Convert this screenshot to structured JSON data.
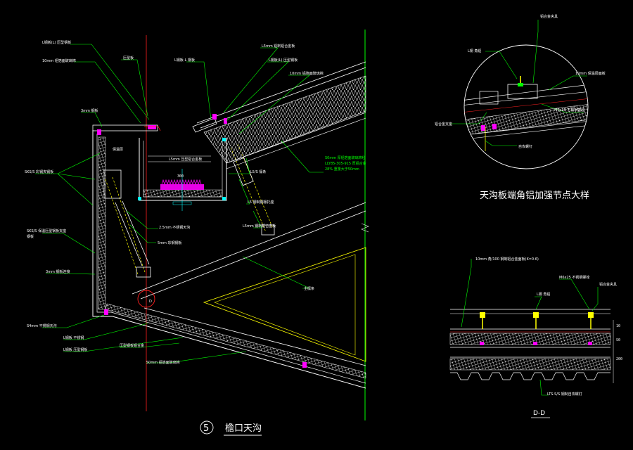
{
  "main_detail": {
    "title": "檐口天沟",
    "number": "5",
    "labels": [
      "L钢板(L) 压型钢板",
      "10mm 铝箔面玻璃棉",
      "压型板",
      "L钢板-L 钢板",
      "L5mm 铝制铝合金板",
      "L钢板(L) 压型钢板",
      "10mm 铝箔面玻璃棉",
      "3mm 钢板",
      "SKS/S 彩钢夹钢板",
      "SKS/S 保温压型钢板支座",
      "钢板",
      "3mm 钢板连接",
      "S4mm 不锈钢天沟",
      "L钢板 不锈钢",
      "L钢板 压型钢板",
      "压型钢板铝合金",
      "2.5mm 不锈钢天沟",
      "5mm 彩钢钢板",
      "主檩条",
      "L5/S 檩条",
      "L5 钢制钢檩托座",
      "L5mm 钢制铝合金板",
      "S0mm 铝箔面玻璃棉",
      "L5mm 压型铝合金板",
      "保温层",
      "D"
    ],
    "green_note": [
      "S0mm 厚铝箔面玻璃棉毡",
      "LLY85-305-915 厚铝合金",
      "28% 重量大于50mm"
    ]
  },
  "circle_detail": {
    "title": "天沟板端角铝加强节点大样",
    "labels": [
      "铝合金夹具",
      "L钢 角铝",
      "10mm 保温层面板",
      "M6x25 不锈钢螺栓",
      "铝合金支座",
      "自攻螺钉"
    ]
  },
  "section_detail": {
    "title": "D-D",
    "labels": [
      "10mm 角/100 钢制铝合金面板(K=0.6)",
      "M6x25 不锈钢螺栓",
      "铝合金夹具",
      "L钢 角铝",
      "LTS-S/S 钢制自攻螺钉"
    ],
    "dims": [
      "10",
      "S0",
      "200"
    ]
  }
}
